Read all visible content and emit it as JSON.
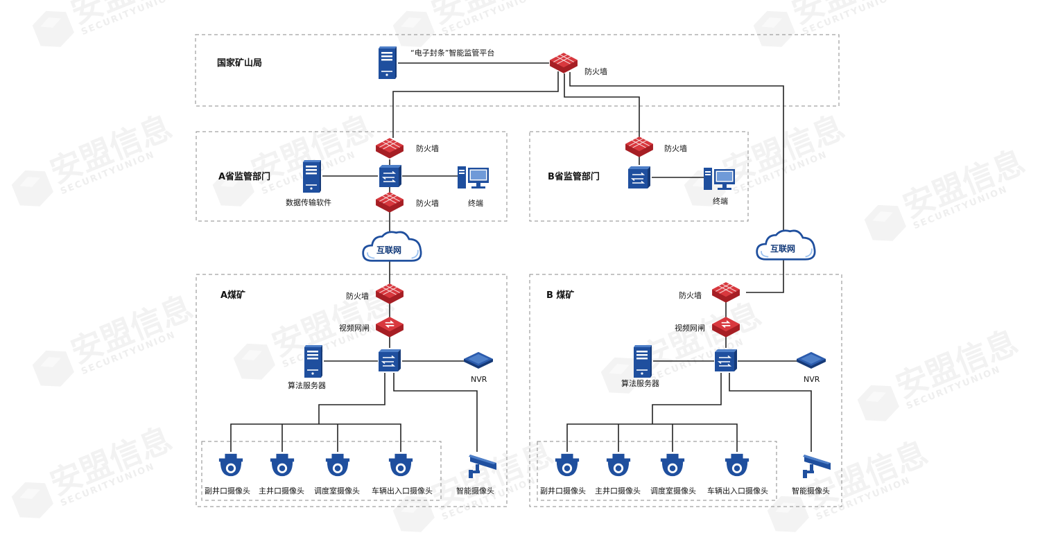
{
  "watermark": {
    "logo_text": "安盟信息",
    "logo_sub": "SECURITYUNION"
  },
  "colors": {
    "firewall": "#c8282f",
    "device": "#1f4f9e",
    "line": "#222222",
    "zone_border": "#8a8a8a"
  },
  "zones": {
    "national": {
      "title": "国家矿山局",
      "platform_label": "“电子封条”智能监管平台",
      "firewall_label": "防火墙"
    },
    "province_a": {
      "title": "A省监管部门",
      "fw_top_label": "防火墙",
      "fw_bottom_label": "防火墙",
      "server_label": "数据传输软件",
      "terminal_label": "终端"
    },
    "province_b": {
      "title": "B省监管部门",
      "fw_label": "防火墙",
      "terminal_label": "终端"
    },
    "internet_a": {
      "label": "互联网"
    },
    "internet_b": {
      "label": "互联网"
    },
    "mine_a": {
      "title": "A煤矿",
      "fw_label": "防火墙",
      "gate_label": "视频网闸",
      "server_label": "算法服务器",
      "nvr_label": "NVR",
      "cameras": [
        "副井口摄像头",
        "主井口摄像头",
        "调度室摄像头",
        "车辆出入口摄像头"
      ],
      "smart_camera_label": "智能摄像头"
    },
    "mine_b": {
      "title": "B 煤矿",
      "fw_label": "防火墙",
      "gate_label": "视频网闸",
      "server_label": "算法服务器",
      "nvr_label": "NVR",
      "cameras": [
        "副井口摄像头",
        "主井口摄像头",
        "调度室摄像头",
        "车辆出入口摄像头"
      ],
      "smart_camera_label": "智能摄像头"
    }
  }
}
